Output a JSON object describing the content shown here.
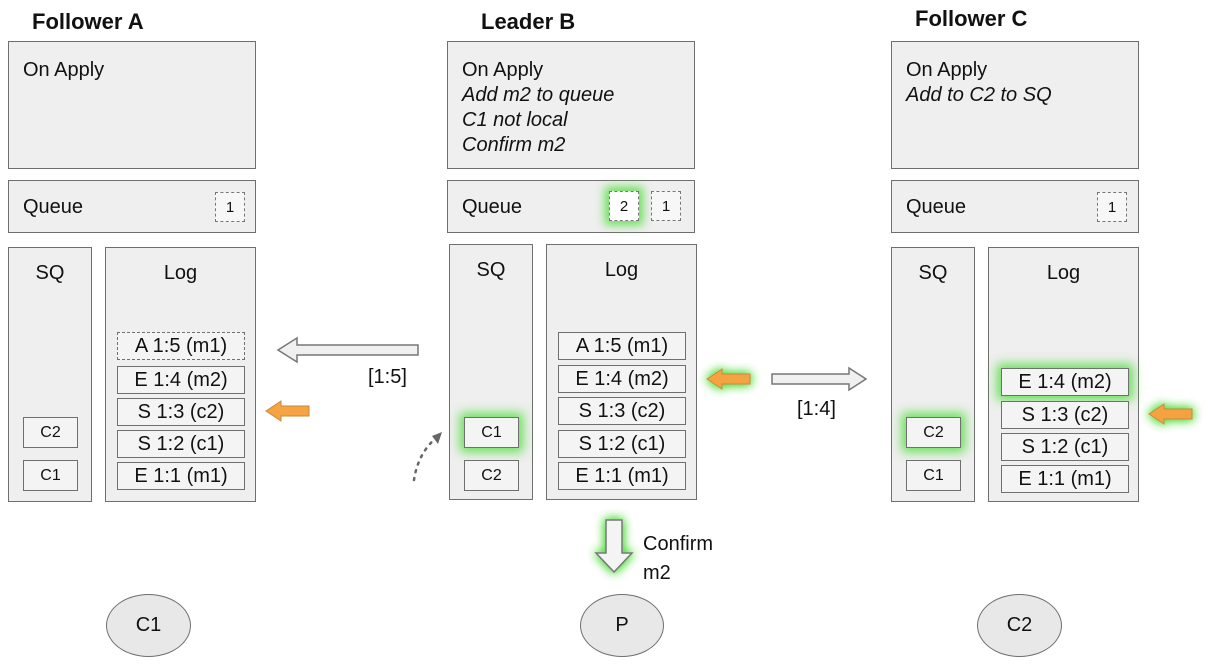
{
  "nodes": {
    "a": {
      "title": "Follower A",
      "apply_title": "On Apply",
      "apply_lines": [],
      "queue_label": "Queue",
      "queue": [
        "1"
      ],
      "sq_label": "SQ",
      "sq": [
        "C2",
        "C1"
      ],
      "log_label": "Log",
      "log": [
        "A 1:5 (m1)",
        "E 1:4 (m2)",
        "S 1:3 (c2)",
        "S 1:2 (c1)",
        "E 1:1 (m1)"
      ]
    },
    "b": {
      "title": "Leader B",
      "apply_title": "On Apply",
      "apply_lines": [
        "Add m2 to queue",
        "C1 not local",
        "Confirm m2"
      ],
      "queue_label": "Queue",
      "queue": [
        "2",
        "1"
      ],
      "sq_label": "SQ",
      "sq": [
        "C1",
        "C2"
      ],
      "log_label": "Log",
      "log": [
        "A 1:5 (m1)",
        "E 1:4 (m2)",
        "S 1:3 (c2)",
        "S 1:2 (c1)",
        "E 1:1 (m1)"
      ]
    },
    "c": {
      "title": "Follower C",
      "apply_title": "On Apply",
      "apply_lines": [
        "Add to C2 to SQ"
      ],
      "queue_label": "Queue",
      "queue": [
        "1"
      ],
      "sq_label": "SQ",
      "sq": [
        "C2",
        "C1"
      ],
      "log_label": "Log",
      "log": [
        "E 1:4 (m2)",
        "S 1:3 (c2)",
        "S 1:2 (c1)",
        "E 1:1 (m1)"
      ]
    }
  },
  "messages": {
    "b_to_a": "[1:5]",
    "b_to_c": "[1:4]",
    "confirm": [
      "Confirm",
      "m2"
    ]
  },
  "clients": [
    "C1",
    "P",
    "C2"
  ],
  "colors": {
    "panel_fill": "#efefef",
    "border": "#6f6f6f",
    "highlight_glow": "#50dc3c",
    "pointer_arrow": "#f5a343",
    "message_arrow_fill": "#f0f0f0"
  }
}
